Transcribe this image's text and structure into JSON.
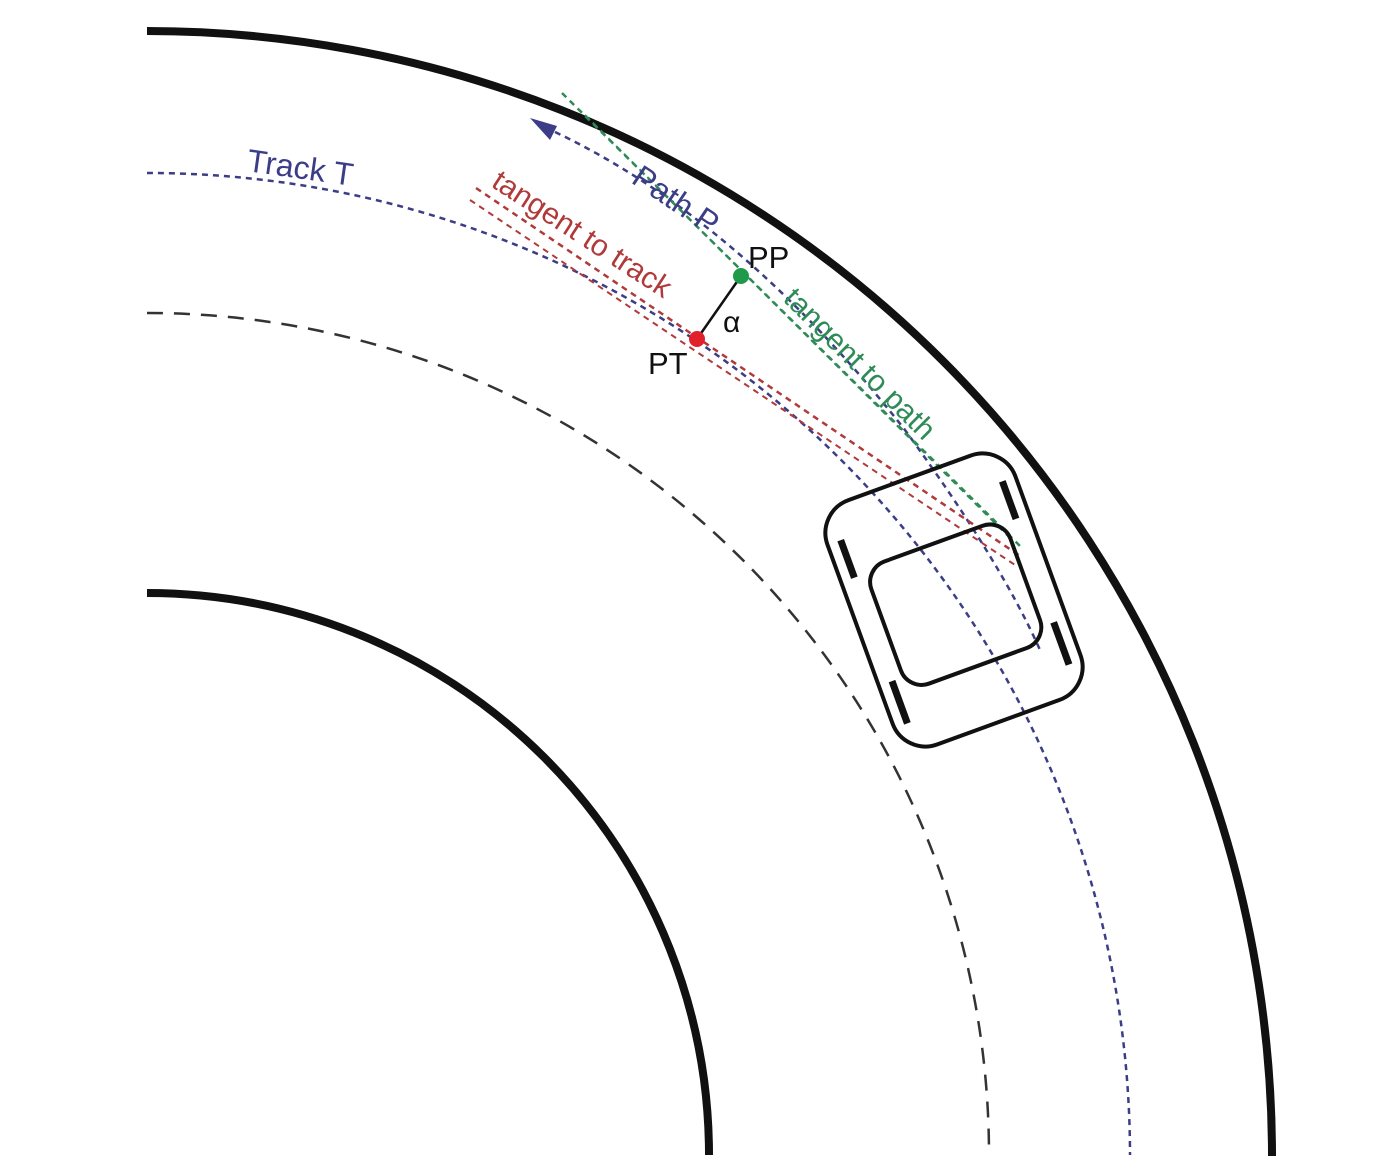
{
  "labels": {
    "track": "Track T",
    "path": "Path P",
    "tangent_track": "tangent to track",
    "tangent_path": "tangent to path",
    "pp": "PP",
    "pt": "PT",
    "alpha": "α"
  },
  "colors": {
    "road_edge": "#111111",
    "center_line": "#333333",
    "track": "#3b3e86",
    "path": "#3b3e86",
    "tangent_track": "#b03a3a",
    "tangent_path": "#2e8b57",
    "pp_point": "#1f9a4a",
    "pt_point": "#e0202a",
    "car": "#111111"
  }
}
